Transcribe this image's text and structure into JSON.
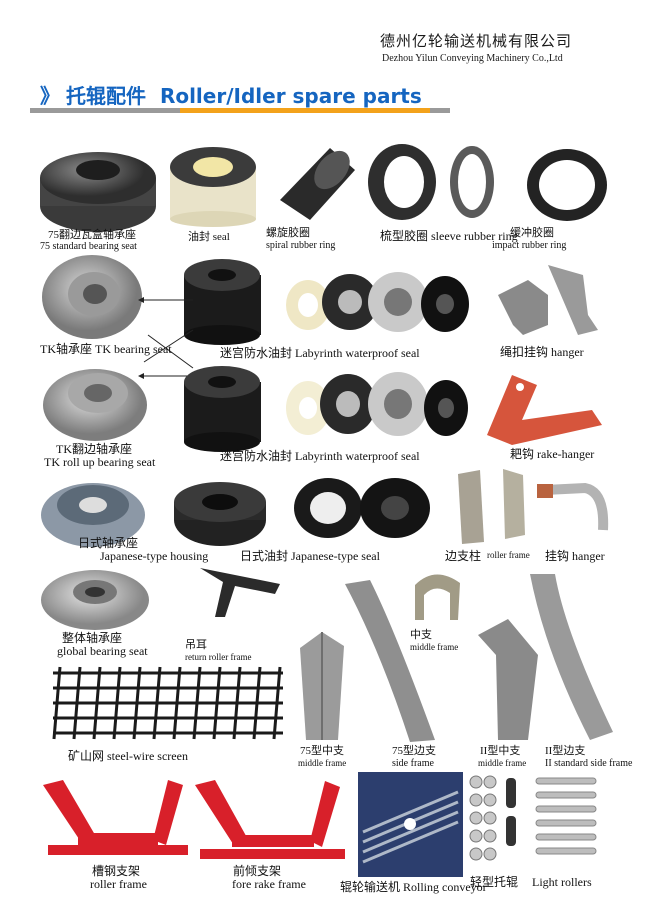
{
  "header": {
    "company_cn": "德州亿轮输送机械有限公司",
    "company_en": "Dezhou Yilun Conveying Machinery Co.,Ltd",
    "title_arrow": "》",
    "title_cn": "托辊配件",
    "title_en": "Roller/Idler spare parts"
  },
  "colors": {
    "accent_blue": "#1565c0",
    "accent_orange": "#f3a21b",
    "frame_red": "#d8202a"
  },
  "labels": {
    "bearing75_cn": "75翻边瓦盒轴承座",
    "bearing75_en": "75 standard bearing seat",
    "oilseal": "油封 seal",
    "spiral_cn": "螺旋胶圈",
    "spiral_en": "spiral rubber ring",
    "sleeve": "梳型胶圈 sleeve rubber ring",
    "impact_cn": "缓冲胶圈",
    "impact_en": "impact rubber ring",
    "tk_seat": "TK轴承座 TK bearing seat",
    "labyrinth1": "迷宫防水油封 Labyrinth waterproof seal",
    "hanger1": "绳扣挂钩 hanger",
    "tk_roll_cn": "TK翻边轴承座",
    "tk_roll_en": "TK roll up bearing seat",
    "labyrinth2": "迷宫防水油封 Labyrinth waterproof seal",
    "rake_hanger": "耙钩 rake-hanger",
    "jp_housing_cn": "日式轴承座",
    "jp_housing_en": "Japanese-type housing",
    "jp_seal": "日式油封 Japanese-type seal",
    "side_bracket": "边支柱",
    "roller_frame_small": "roller frame",
    "hook_hanger": "挂钩 hanger",
    "global_cn": "整体轴承座",
    "global_en": "global bearing seat",
    "return_cn": "吊耳",
    "return_en": "return roller frame",
    "mid_cn": "中支",
    "mid_en": "middle frame",
    "screen": "矿山网 steel-wire screen",
    "m75_cn": "75型中支",
    "m75_en": "middle frame",
    "s75_cn": "75型边支",
    "s75_en": "side frame",
    "m2_cn": "II型中支",
    "m2_en": "middle frame",
    "s2_cn": "II型边支",
    "s2_en": "II standard side frame",
    "channel_cn": "槽钢支架",
    "channel_en": "roller frame",
    "fore_cn": "前倾支架",
    "fore_en": "fore rake frame",
    "conveyor": "辊轮输送机 Rolling conveyor",
    "light_cn": "轻型托辊",
    "light_en": "Light rollers"
  }
}
